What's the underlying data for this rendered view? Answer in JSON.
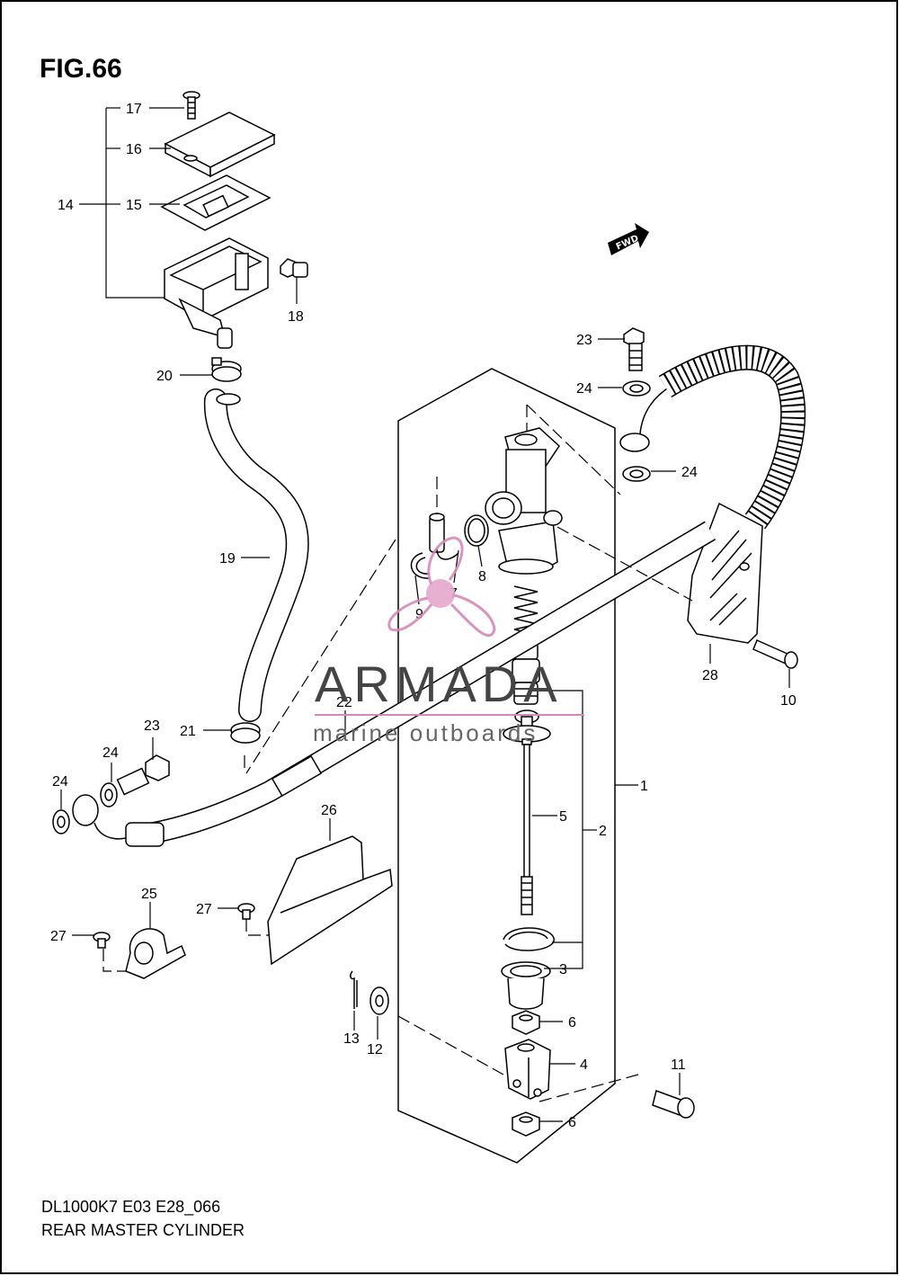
{
  "figure": {
    "title": "FIG.66",
    "model_code": "DL1000K7 E03 E28_066",
    "caption": "REAR MASTER CYLINDER"
  },
  "watermark": {
    "name": "ARMADA",
    "tagline": "marine outboards",
    "accent_color": "#d48ab8"
  },
  "fwd_badge": "FWD",
  "callouts": [
    {
      "id": "c17",
      "text": "17"
    },
    {
      "id": "c16",
      "text": "16"
    },
    {
      "id": "c14",
      "text": "14"
    },
    {
      "id": "c15",
      "text": "15"
    },
    {
      "id": "c18",
      "text": "18"
    },
    {
      "id": "c20",
      "text": "20"
    },
    {
      "id": "c19",
      "text": "19"
    },
    {
      "id": "c23a",
      "text": "23"
    },
    {
      "id": "c24a",
      "text": "24"
    },
    {
      "id": "c24b",
      "text": "24"
    },
    {
      "id": "c8",
      "text": "8"
    },
    {
      "id": "c7",
      "text": "7"
    },
    {
      "id": "c9",
      "text": "9"
    },
    {
      "id": "c28",
      "text": "28"
    },
    {
      "id": "c10",
      "text": "10"
    },
    {
      "id": "c22",
      "text": "22"
    },
    {
      "id": "c21",
      "text": "21"
    },
    {
      "id": "c23b",
      "text": "23"
    },
    {
      "id": "c24c",
      "text": "24"
    },
    {
      "id": "c24d",
      "text": "24"
    },
    {
      "id": "c1",
      "text": "1"
    },
    {
      "id": "c5",
      "text": "5"
    },
    {
      "id": "c2",
      "text": "2"
    },
    {
      "id": "c26",
      "text": "26"
    },
    {
      "id": "c25",
      "text": "25"
    },
    {
      "id": "c27a",
      "text": "27"
    },
    {
      "id": "c27b",
      "text": "27"
    },
    {
      "id": "c3",
      "text": "3"
    },
    {
      "id": "c6a",
      "text": "6"
    },
    {
      "id": "c13",
      "text": "13"
    },
    {
      "id": "c12",
      "text": "12"
    },
    {
      "id": "c4",
      "text": "4"
    },
    {
      "id": "c11",
      "text": "11"
    },
    {
      "id": "c6b",
      "text": "6"
    }
  ]
}
